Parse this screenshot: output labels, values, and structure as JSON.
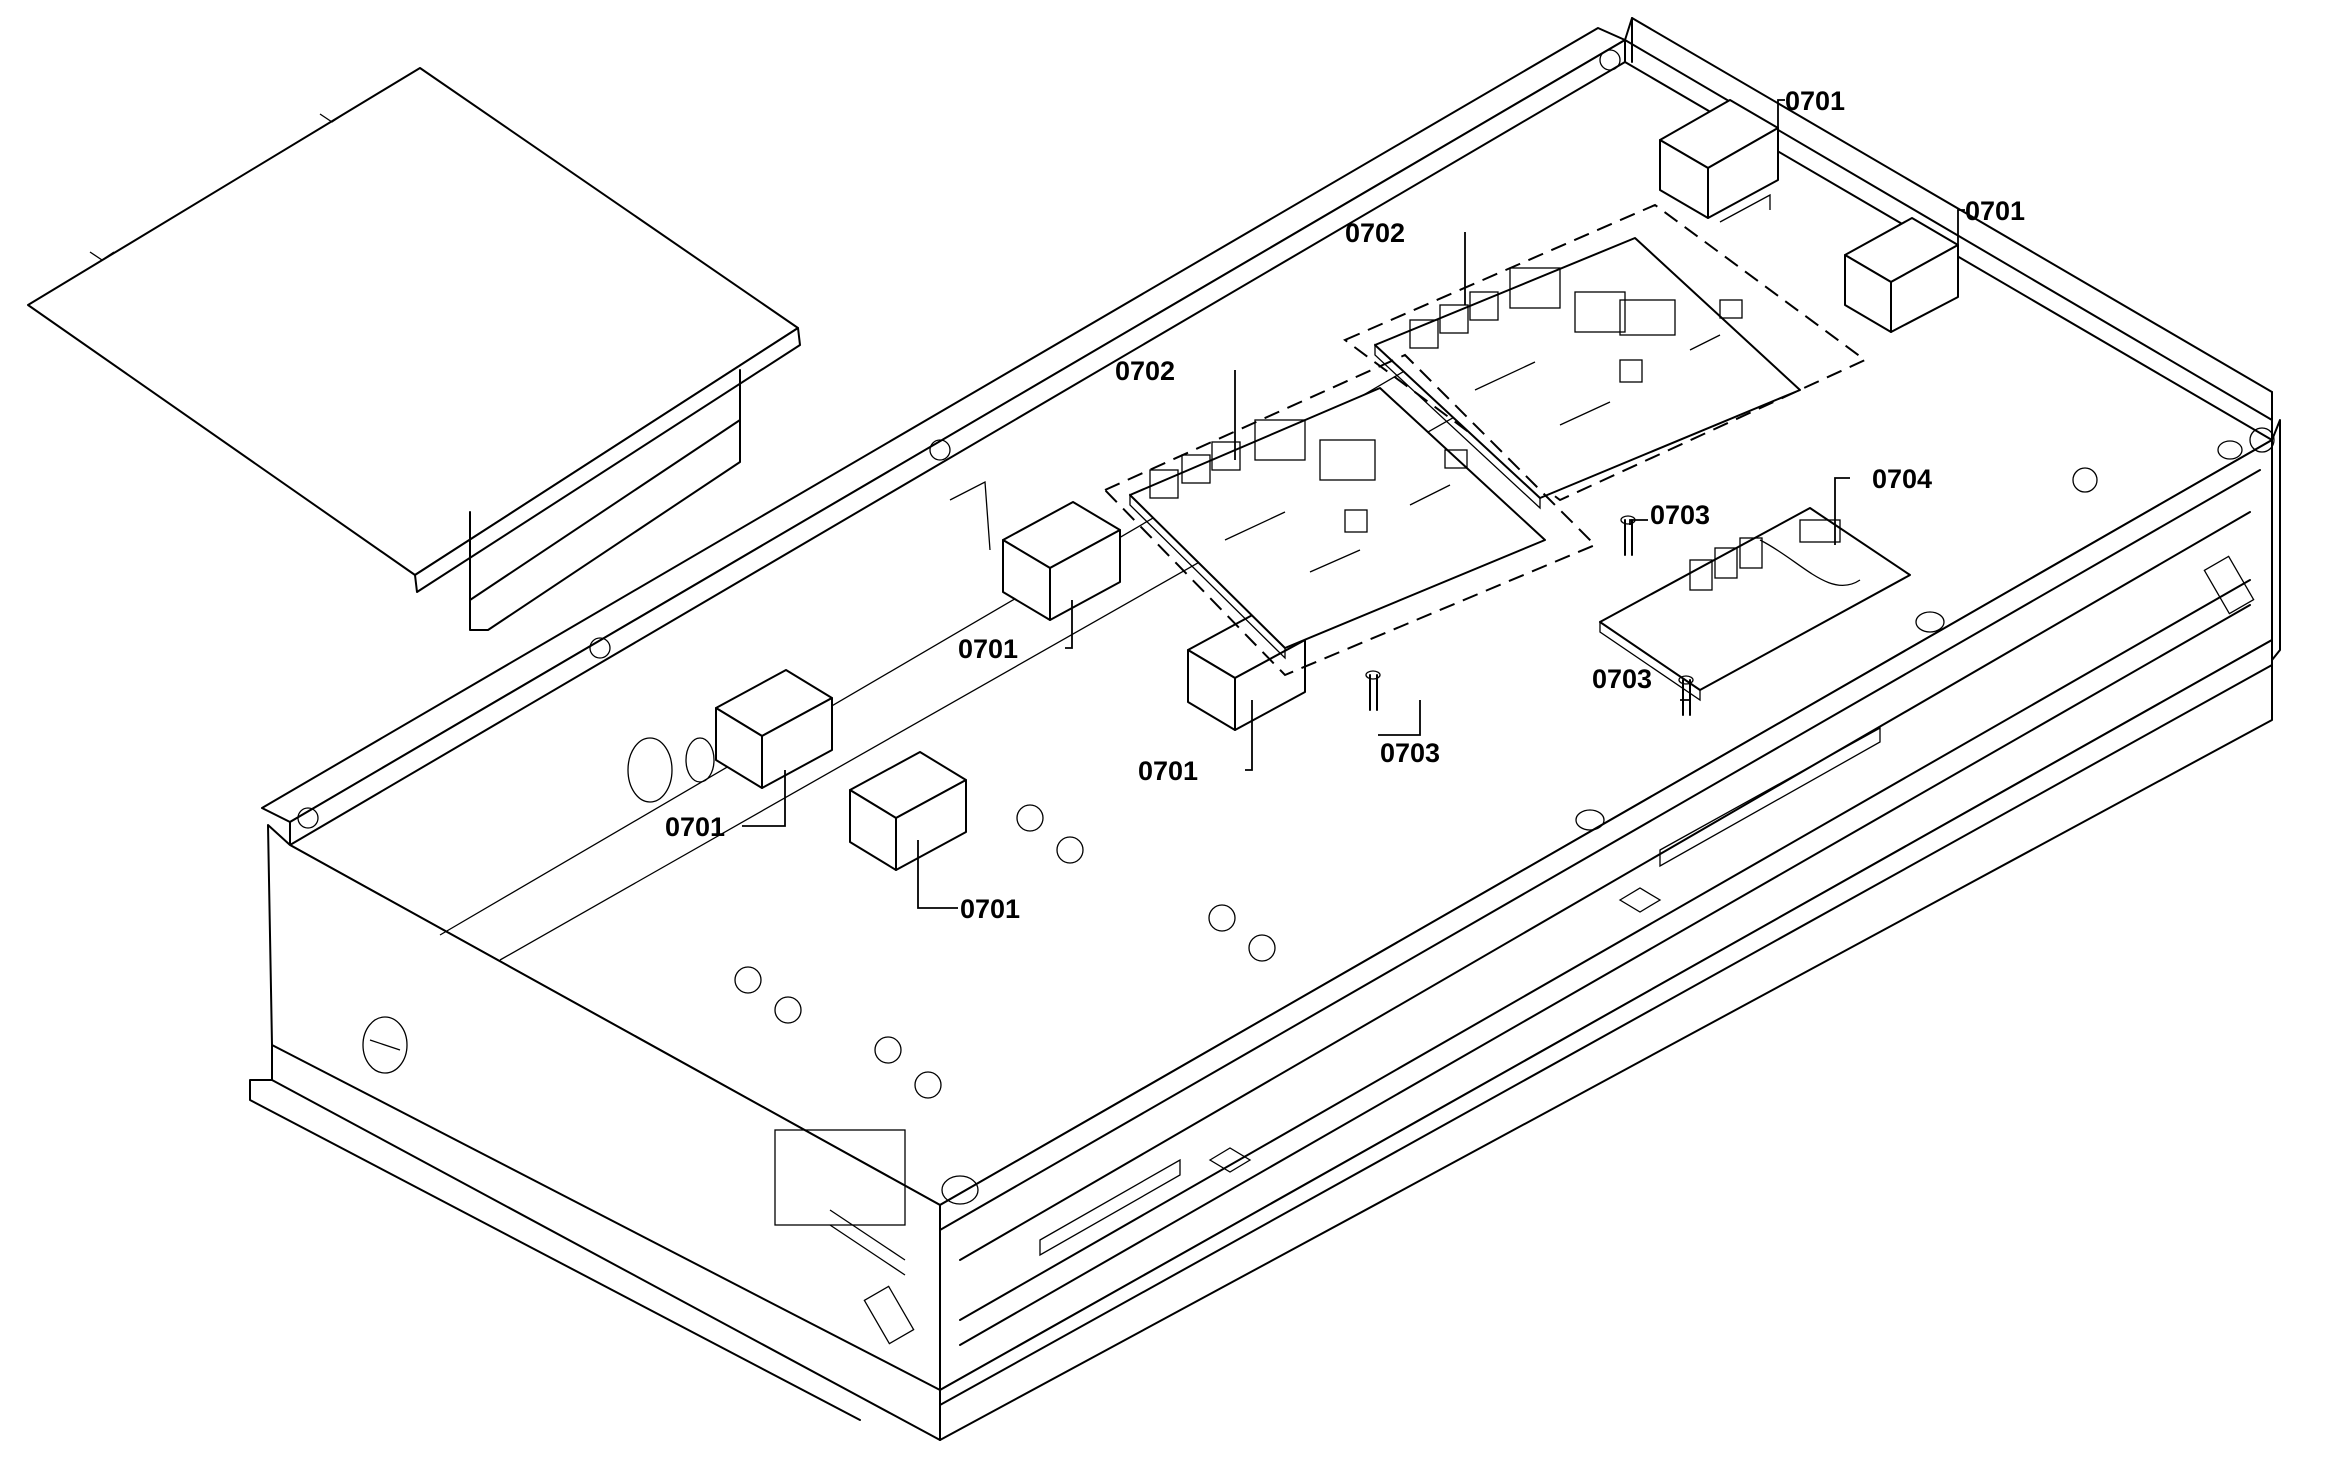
{
  "callouts": [
    {
      "id": "c1",
      "label": "0701"
    },
    {
      "id": "c2",
      "label": "0701"
    },
    {
      "id": "c3",
      "label": "0702"
    },
    {
      "id": "c4",
      "label": "0702"
    },
    {
      "id": "c5",
      "label": "0703"
    },
    {
      "id": "c6",
      "label": "0704"
    },
    {
      "id": "c7",
      "label": "0701"
    },
    {
      "id": "c8",
      "label": "0701"
    },
    {
      "id": "c9",
      "label": "0703"
    },
    {
      "id": "c10",
      "label": "0703"
    },
    {
      "id": "c11",
      "label": "0701"
    },
    {
      "id": "c12",
      "label": "0701"
    }
  ]
}
